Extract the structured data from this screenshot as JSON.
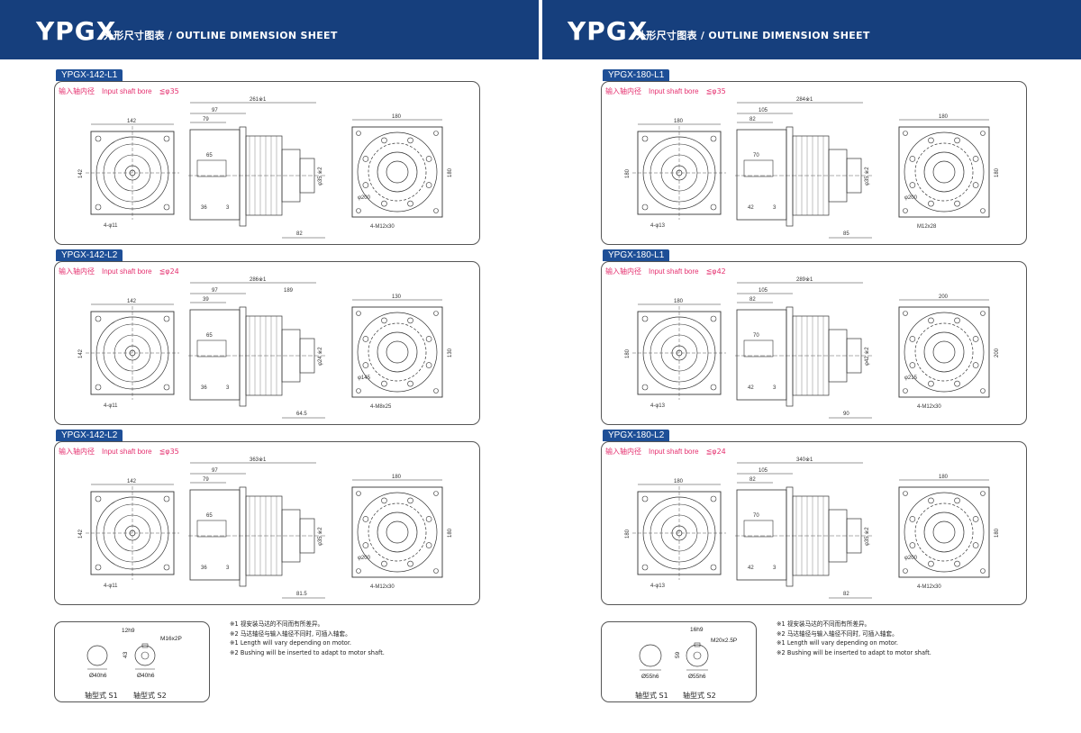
{
  "header": {
    "brand": "YPGX",
    "subtitle": "外形尺寸图表 / OUTLINE DIMENSION SHEET"
  },
  "bore_labels": {
    "cn": "输入轴内径",
    "en": "Input shaft bore"
  },
  "panels_left": [
    {
      "tag": "YPGX-142-L1",
      "bore": "≦φ35",
      "flange": "142",
      "outer": "180",
      "total": "261※1",
      "d1": "97",
      "d2": "",
      "d3": "79",
      "d4": "65",
      "d5": "36",
      "d6": "3",
      "d7": "82",
      "spig": "4-φ11",
      "tap": "4-M12x30",
      "shaft": "φ35 ※2",
      "pcd": "φ200"
    },
    {
      "tag": "YPGX-142-L2",
      "bore": "≦φ24",
      "flange": "142",
      "outer": "130",
      "total": "286※1",
      "d1": "97",
      "d2": "189",
      "d3": "39",
      "d4": "65",
      "d5": "36",
      "d6": "3",
      "d7": "64.5",
      "spig": "4-φ11",
      "tap": "4-M8x25",
      "shaft": "φ24 ※2",
      "pcd": "φ145"
    },
    {
      "tag": "YPGX-142-L2",
      "bore": "≦φ35",
      "flange": "142",
      "outer": "180",
      "total": "363※1",
      "d1": "97",
      "d2": "",
      "d3": "79",
      "d4": "65",
      "d5": "36",
      "d6": "3",
      "d7": "81.5",
      "spig": "4-φ11",
      "tap": "4-M12x30",
      "shaft": "φ35 ※2",
      "pcd": "φ200"
    }
  ],
  "panels_right": [
    {
      "tag": "YPGX-180-L1",
      "bore": "≦φ35",
      "flange": "180",
      "outer": "180",
      "total": "284※1",
      "d1": "105",
      "d2": "",
      "d3": "82",
      "d4": "70",
      "d5": "42",
      "d6": "3",
      "d7": "85",
      "spig": "4-φ13",
      "tap": "M12x28",
      "shaft": "φ35 ※2",
      "pcd": "φ200"
    },
    {
      "tag": "YPGX-180-L1",
      "bore": "≦φ42",
      "flange": "180",
      "outer": "200",
      "total": "289※1",
      "d1": "105",
      "d2": "",
      "d3": "82",
      "d4": "70",
      "d5": "42",
      "d6": "3",
      "d7": "90",
      "spig": "4-φ13",
      "tap": "4-M12x30",
      "shaft": "φ42 ※2",
      "pcd": "φ215"
    },
    {
      "tag": "YPGX-180-L2",
      "bore": "≦φ24",
      "flange": "180",
      "outer": "180",
      "total": "340※1",
      "d1": "105",
      "d2": "",
      "d3": "82",
      "d4": "70",
      "d5": "42",
      "d6": "3",
      "d7": "82",
      "spig": "4-φ13",
      "tap": "4-M12x30",
      "shaft": "φ35 ※2",
      "pcd": "φ200"
    }
  ],
  "notes": [
    "※1 视安装马达的不同而有所差异。",
    "※2 马达轴径与输入轴径不同时, 可插入轴套。",
    "※1 Length will vary depending on motor.",
    "※2 Bushing will be inserted to adapt to motor shaft."
  ],
  "shaft_left": {
    "key": "12h9",
    "thread": "M16x2P",
    "h": "43",
    "d1": "Ø40h6",
    "d2": "Ø40h6",
    "s1": "轴型式 S1",
    "s2": "轴型式 S2"
  },
  "shaft_right": {
    "key": "16h9",
    "thread": "M20x2.5P",
    "h": "59",
    "d1": "Ø55h6",
    "d2": "Ø55h6",
    "s1": "轴型式 S1",
    "s2": "轴型式 S2"
  },
  "colors": {
    "banner": "#163f7d",
    "tag": "#1e4f97",
    "bore": "#e5306f"
  }
}
